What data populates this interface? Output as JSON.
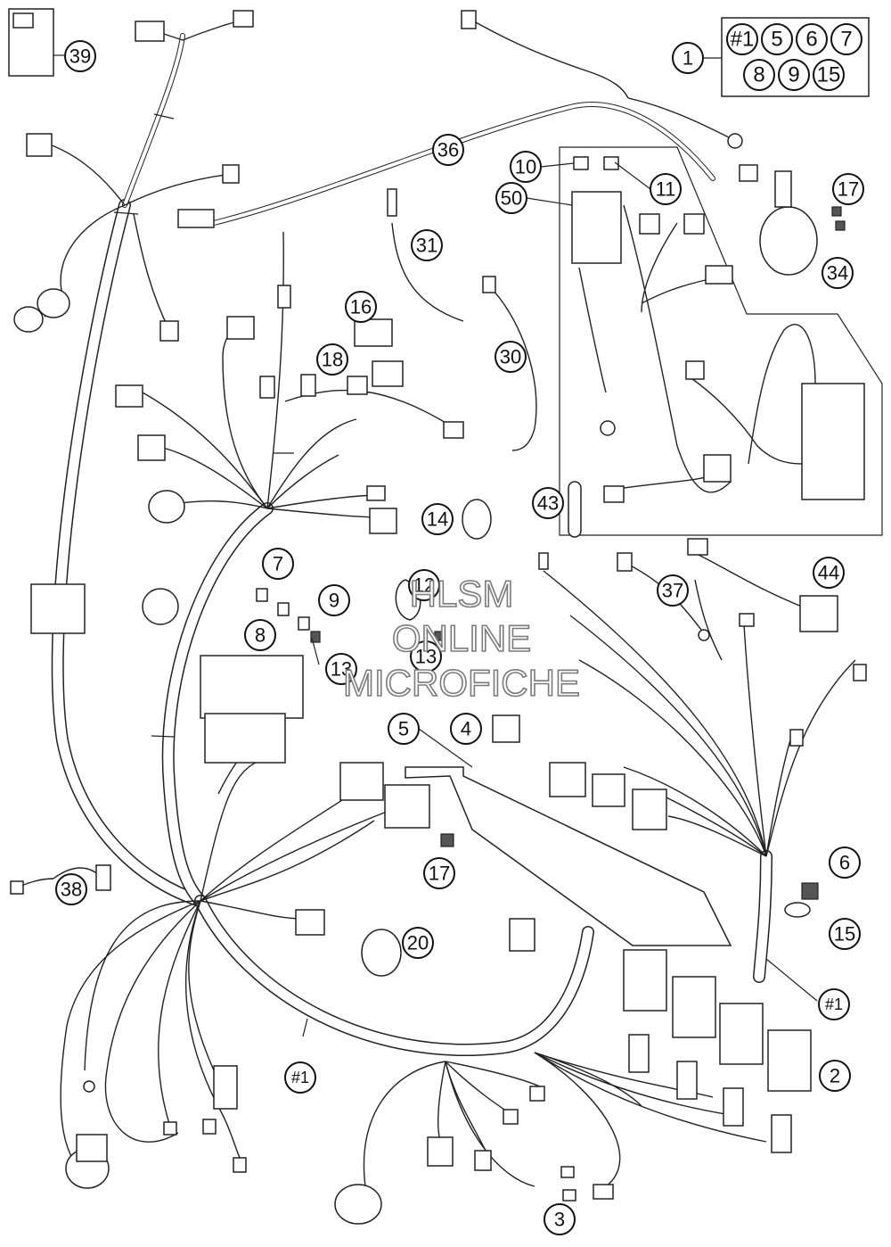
{
  "callouts": [
    {
      "id": "39",
      "label": "39"
    },
    {
      "id": "1",
      "label": "1"
    },
    {
      "id": "36",
      "label": "36"
    },
    {
      "id": "10",
      "label": "10"
    },
    {
      "id": "11",
      "label": "11"
    },
    {
      "id": "50",
      "label": "50"
    },
    {
      "id": "17a",
      "label": "17"
    },
    {
      "id": "34",
      "label": "34"
    },
    {
      "id": "31",
      "label": "31"
    },
    {
      "id": "16",
      "label": "16"
    },
    {
      "id": "18",
      "label": "18"
    },
    {
      "id": "30",
      "label": "30"
    },
    {
      "id": "14",
      "label": "14"
    },
    {
      "id": "43",
      "label": "43"
    },
    {
      "id": "7",
      "label": "7"
    },
    {
      "id": "9",
      "label": "9"
    },
    {
      "id": "8",
      "label": "8"
    },
    {
      "id": "12",
      "label": "12"
    },
    {
      "id": "13a",
      "label": "13"
    },
    {
      "id": "13b",
      "label": "13"
    },
    {
      "id": "37",
      "label": "37"
    },
    {
      "id": "44",
      "label": "44"
    },
    {
      "id": "5",
      "label": "5"
    },
    {
      "id": "4",
      "label": "4"
    },
    {
      "id": "17b",
      "label": "17"
    },
    {
      "id": "6",
      "label": "6"
    },
    {
      "id": "15",
      "label": "15"
    },
    {
      "id": "38",
      "label": "38"
    },
    {
      "id": "20",
      "label": "20"
    },
    {
      "id": "h1a",
      "label": "#1"
    },
    {
      "id": "h1b",
      "label": "#1"
    },
    {
      "id": "2",
      "label": "2"
    },
    {
      "id": "3",
      "label": "3"
    }
  ],
  "kit_box": {
    "row1": [
      "#1",
      "5",
      "6",
      "7"
    ],
    "row2": [
      "8",
      "9",
      "15"
    ]
  },
  "watermark": {
    "line1": "HLSM",
    "line2": "ONLINE",
    "line3": "MICROFICHE"
  }
}
